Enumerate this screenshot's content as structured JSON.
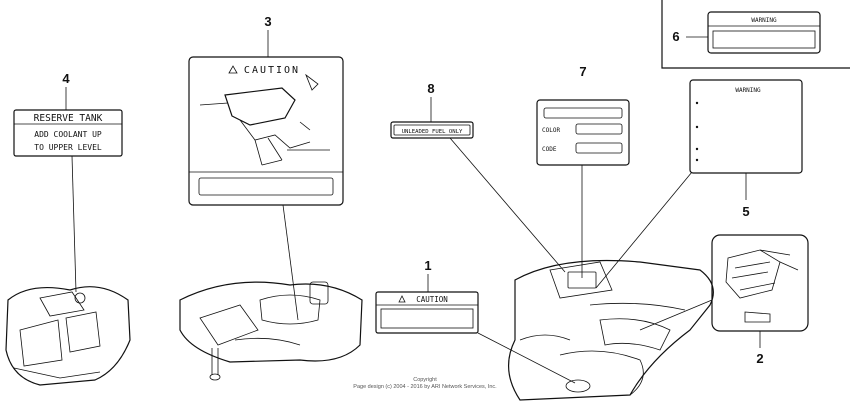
{
  "callouts": [
    "1",
    "2",
    "3",
    "4",
    "5",
    "6",
    "7",
    "8"
  ],
  "labels": {
    "reserve_tank": {
      "title": "RESERVE TANK",
      "line1": "ADD COOLANT UP",
      "line2": "TO UPPER LEVEL"
    },
    "caution_large": {
      "title": "CAUTION"
    },
    "caution_small": {
      "title": "CAUTION"
    },
    "unleaded": {
      "text": "UNLEADED FUEL ONLY"
    },
    "color_code": {
      "color": "COLOR",
      "code": "CODE"
    },
    "warning_top": {
      "title": "WARNING"
    },
    "warning_large": {
      "title": "WARNING"
    }
  },
  "copyright": {
    "line1": "Copyright",
    "line2": "Page design (c) 2004 - 2016 by ARI Network Services, Inc."
  }
}
